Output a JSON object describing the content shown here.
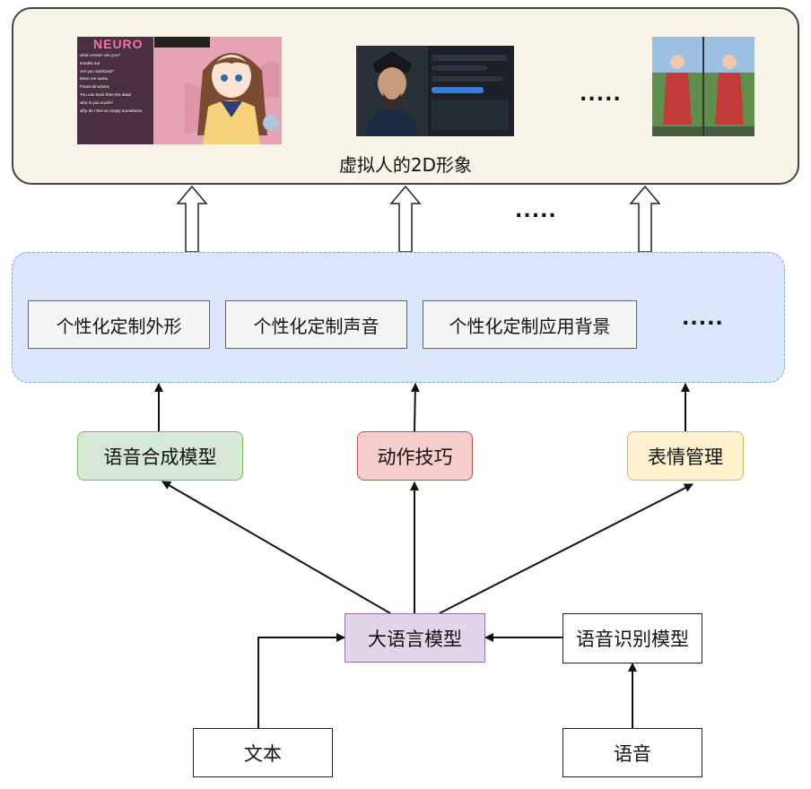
{
  "top": {
    "caption": "虚拟人的2D形象",
    "ellipsis": "....."
  },
  "arrows_ellipsis": ".....",
  "customization": {
    "items": [
      {
        "label": "个性化定制外形"
      },
      {
        "label": "个性化定制声音"
      },
      {
        "label": "个性化定制应用背景"
      }
    ],
    "ellipsis": "....."
  },
  "capabilities": [
    {
      "label": "语音合成模型",
      "fill": "#d5e8d4",
      "border": "#82b366"
    },
    {
      "label": "动作技巧",
      "fill": "#f8cecc",
      "border": "#b85450"
    },
    {
      "label": "表情管理",
      "fill": "#fff2cc",
      "border": "#d6b656"
    }
  ],
  "llm": {
    "label": "大语言模型",
    "fill": "#e1d5e7",
    "border": "#9673a6"
  },
  "asr": {
    "label": "语音识别模型"
  },
  "inputs": {
    "text": "文本",
    "speech": "语音"
  },
  "screens": {
    "neuro": {
      "logo": "NEURO",
      "chat": [
        "what version are you?",
        "sneaks out",
        "Are you sanitized?",
        "bless me sama",
        "Financial advice",
        "You can back from the dead",
        "who is you crush?",
        "why do I feel so empty sometimes"
      ]
    }
  }
}
